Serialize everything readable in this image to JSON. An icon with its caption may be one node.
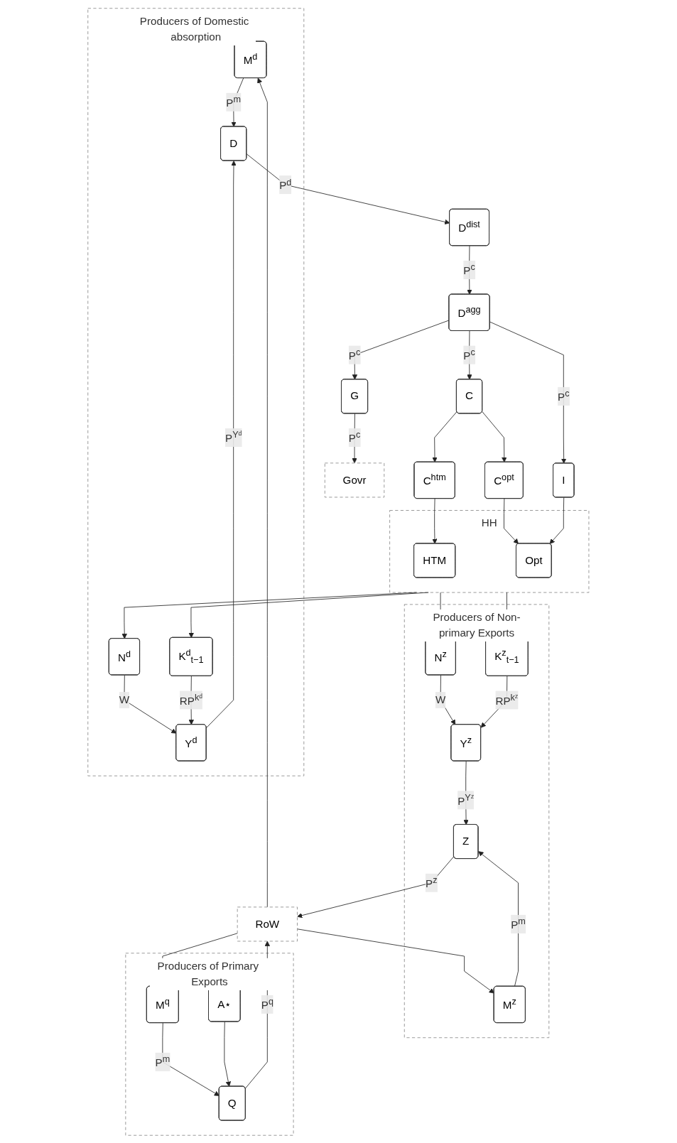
{
  "diagram": {
    "nodes": [
      {
        "text": [
          "Producers of Domestic absorption"
        ]
      },
      {
        "text": [
          "M$^{d}$"
        ],
        "in": 0
      },
      {
        "text": [
          "N$^{d}$"
        ],
        "in": 0
      },
      {
        "text": [
          "D"
        ],
        "in": 0
      },
      {
        "text": [
          "Y$^{d}$"
        ],
        "in": 0
      },
      {
        "text": [
          "K$^{d}$$_{t−1}$"
        ],
        "in": 0
      },
      {
        "text": [
          "D$^{dist}$"
        ]
      },
      {
        "text": [
          "HH"
        ]
      },
      {
        "text": [
          "HTM"
        ],
        "in": 7
      },
      {
        "text": [
          "C$^{htm}$"
        ]
      },
      {
        "text": [
          "C"
        ]
      },
      {
        "text": [
          "D$^{agg}$"
        ]
      },
      {
        "text": [
          "G"
        ]
      },
      {
        "text": [
          "C$^{opt}$"
        ]
      },
      {
        "text": [
          "Opt"
        ],
        "in": 7
      },
      {
        "text": [
          "I"
        ]
      },
      {
        "text": [
          "Govr"
        ]
      },
      {
        "text": [
          "Producers of Non-primary Exports"
        ]
      },
      {
        "text": [
          "N$^{z}$"
        ],
        "in": 17
      },
      {
        "text": [
          "Y$^{z}$"
        ],
        "in": 17
      },
      {
        "text": [
          "K$^{z}$$_{t−1}$"
        ],
        "in": 17
      },
      {
        "text": [
          "Z"
        ],
        "in": 17
      },
      {
        "text": [
          "RoW"
        ]
      },
      {
        "text": [
          "M$^{z}$"
        ],
        "in": 17
      },
      {
        "text": [
          "Producers of Primary Exports"
        ]
      },
      {
        "text": [
          "M$^{q}$"
        ],
        "in": 24
      },
      {
        "text": [
          "Q"
        ],
        "in": 24
      },
      {
        "text": [
          "A⋆"
        ],
        "in": 24
      }
    ],
    "edges": [
      {
        "from": 22,
        "to": 1,
        "arrow": "to"
      },
      {
        "from": 1,
        "to": 3,
        "arrow": "to",
        "label": "P$^{m}$"
      },
      {
        "from": 4,
        "to": 3,
        "arrow": "to",
        "label": "P$^{Yᵈ}$"
      },
      {
        "from": 2,
        "to": 4,
        "arrow": "to",
        "label": "W"
      },
      {
        "from": 5,
        "to": 4,
        "arrow": "to",
        "label": "RP$^{kᵈ}$"
      },
      {
        "from": 7,
        "to": 2,
        "arrow": "to"
      },
      {
        "from": 7,
        "to": 5,
        "arrow": "to"
      },
      {
        "from": 3,
        "to": 6,
        "arrow": "to",
        "label": "P$^{d}$"
      },
      {
        "from": 6,
        "to": 11,
        "arrow": "to",
        "label": "P$^{c}$"
      },
      {
        "from": 9,
        "to": 8,
        "arrow": "to"
      },
      {
        "from": 10,
        "to": 9,
        "arrow": "to"
      },
      {
        "from": 10,
        "to": 13,
        "arrow": "to"
      },
      {
        "from": 11,
        "to": 10,
        "arrow": "to",
        "label": "P$^{c}$"
      },
      {
        "from": 11,
        "to": 12,
        "arrow": "to",
        "label": "P$^{c}$"
      },
      {
        "from": 13,
        "to": 14,
        "arrow": "to"
      },
      {
        "from": 11,
        "to": 15,
        "arrow": "to",
        "label": "P$^{c}$"
      },
      {
        "from": 15,
        "to": 14,
        "arrow": "to"
      },
      {
        "from": 12,
        "to": 16,
        "arrow": "to",
        "label": "P$^{c}$"
      },
      {
        "from": 7,
        "to": 18,
        "arrow": "to"
      },
      {
        "from": 7,
        "to": 20,
        "arrow": "to"
      },
      {
        "from": 18,
        "to": 19,
        "arrow": "to",
        "label": "W"
      },
      {
        "from": 20,
        "to": 19,
        "arrow": "to",
        "label": "RP$^{kᶻ}$"
      },
      {
        "from": 19,
        "to": 21,
        "arrow": "to",
        "label": "P$^{Yᶻ}$"
      },
      {
        "from": 23,
        "to": 21,
        "arrow": "to",
        "label": "P$^{m}$"
      },
      {
        "from": 21,
        "to": 22,
        "arrow": "to",
        "label": "P$^{z}$"
      },
      {
        "from": 22,
        "to": 23,
        "arrow": "to"
      },
      {
        "from": 22,
        "to": 25,
        "arrow": "to"
      },
      {
        "from": 25,
        "to": 26,
        "arrow": "to",
        "label": "P$^{m}$"
      },
      {
        "from": 27,
        "to": 26,
        "arrow": "to"
      },
      {
        "from": 26,
        "to": 22,
        "arrow": "to",
        "label": "P$^{q}$"
      }
    ]
  }
}
